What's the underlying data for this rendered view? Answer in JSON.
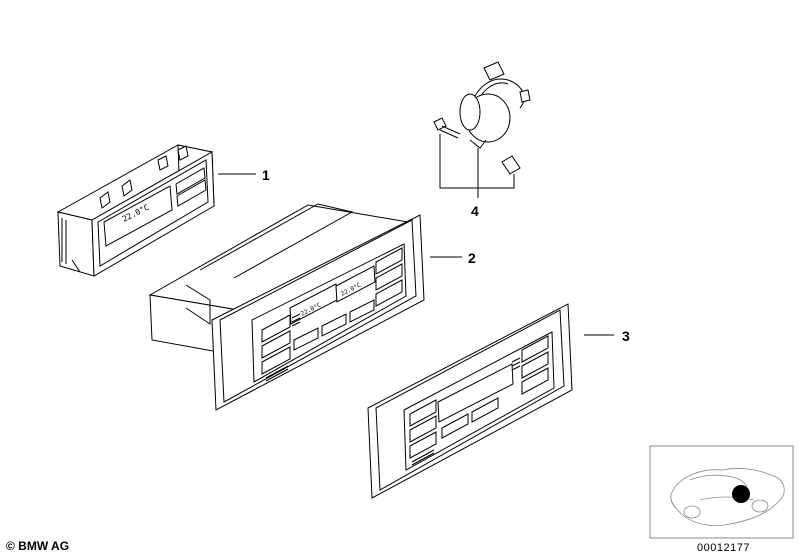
{
  "parts": [
    {
      "number": "1",
      "display": "22.0°C"
    },
    {
      "number": "2",
      "display_left": "22.0°C",
      "display_right": "22.0°C"
    },
    {
      "number": "3"
    },
    {
      "number": "4"
    }
  ],
  "copyright": "© BMW AG",
  "diagram_id": "00012177",
  "colors": {
    "line": "#000000",
    "fill": "#ffffff",
    "locator_dot": "#000000"
  }
}
